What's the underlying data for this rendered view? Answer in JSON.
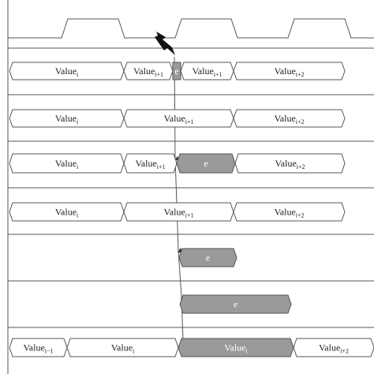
{
  "colors": {
    "line": "#555555",
    "error_fill": "#9a9a9a",
    "background": "#ffffff"
  },
  "error_label": "e",
  "rows": [
    {
      "row": 1,
      "cells": [
        {
          "base": "Value",
          "sub": "i",
          "error": false
        },
        {
          "base": "Value",
          "sub": "i+1",
          "error": false
        },
        {
          "base": "e",
          "sub": "",
          "error": true
        },
        {
          "base": "Value",
          "sub": "i+1",
          "error": false
        },
        {
          "base": "Value",
          "sub": "i+2",
          "error": false
        }
      ]
    },
    {
      "row": 2,
      "cells": [
        {
          "base": "Value",
          "sub": "i",
          "error": false
        },
        {
          "base": "Value",
          "sub": "i+1",
          "error": false
        },
        {
          "base": "Value",
          "sub": "i+2",
          "error": false
        }
      ]
    },
    {
      "row": 3,
      "cells": [
        {
          "base": "Value",
          "sub": "i",
          "error": false
        },
        {
          "base": "Value",
          "sub": "i+1",
          "error": false
        },
        {
          "base": "e",
          "sub": "",
          "error": true
        },
        {
          "base": "Value",
          "sub": "i+2",
          "error": false
        }
      ]
    },
    {
      "row": 4,
      "cells": [
        {
          "base": "Value",
          "sub": "i",
          "error": false
        },
        {
          "base": "Value",
          "sub": "i+1",
          "error": false
        },
        {
          "base": "Value",
          "sub": "i+2",
          "error": false
        }
      ]
    },
    {
      "row": 5,
      "cells": [
        {
          "base": "e",
          "sub": "",
          "error": true
        }
      ]
    },
    {
      "row": 6,
      "cells": [
        {
          "base": "e",
          "sub": "",
          "error": true
        }
      ]
    },
    {
      "row": 7,
      "cells": [
        {
          "base": "Value",
          "sub": "i−1",
          "error": false
        },
        {
          "base": "Value",
          "sub": "i",
          "error": false
        },
        {
          "base": "Value",
          "sub": "i",
          "error": true
        },
        {
          "base": "Value",
          "sub": "i+2",
          "error": false
        }
      ]
    }
  ]
}
